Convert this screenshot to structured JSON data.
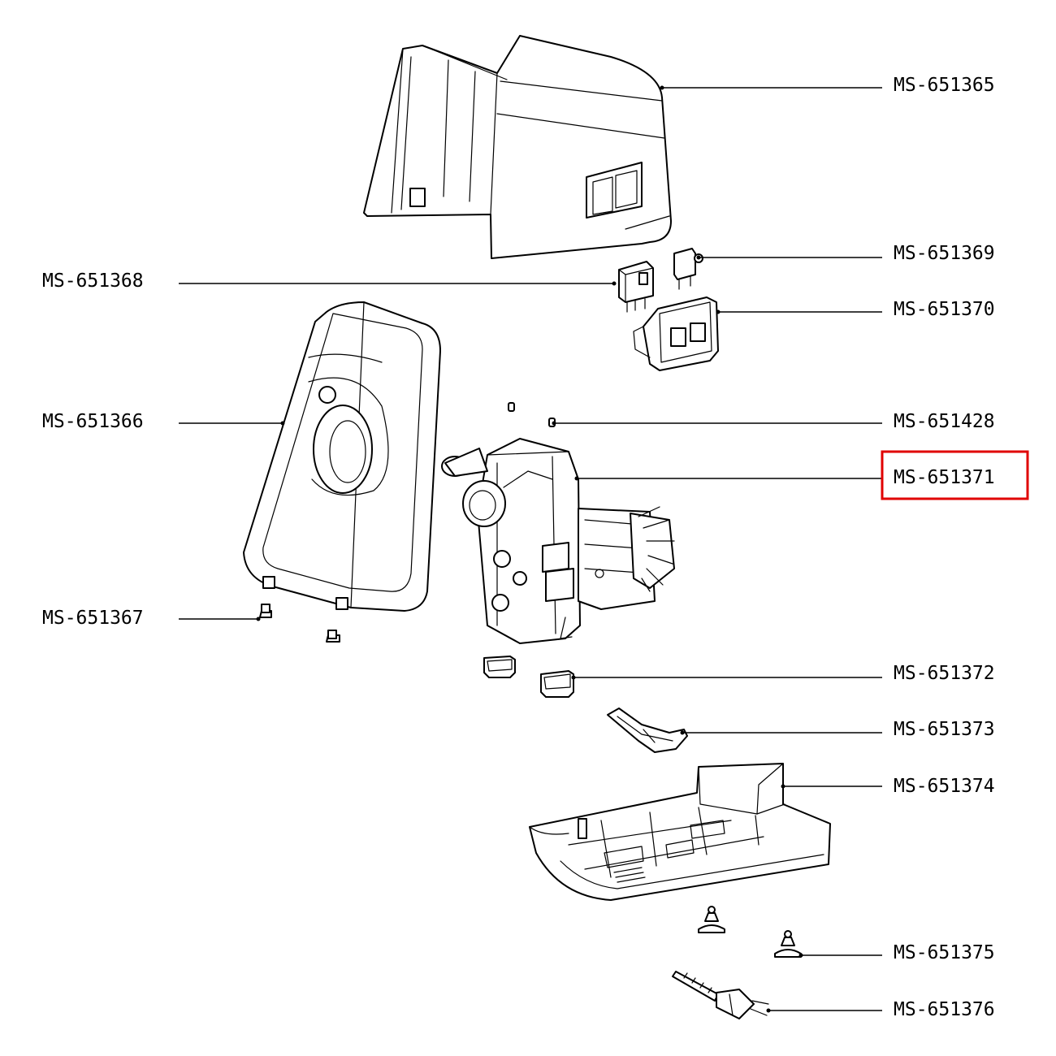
{
  "diagram": {
    "highlight_color": "#e00000",
    "parts": [
      {
        "id": "top-cover",
        "label": "MS-651365"
      },
      {
        "id": "switch",
        "label": "MS-651368"
      },
      {
        "id": "switch-small",
        "label": "MS-651369"
      },
      {
        "id": "switch-panel",
        "label": "MS-651370"
      },
      {
        "id": "front-cover",
        "label": "MS-651366"
      },
      {
        "id": "pin",
        "label": "MS-651428"
      },
      {
        "id": "motor-gearbox",
        "label": "MS-651371",
        "highlighted": true
      },
      {
        "id": "screw",
        "label": "MS-651367"
      },
      {
        "id": "bushing",
        "label": "MS-651372"
      },
      {
        "id": "bracket",
        "label": "MS-651373"
      },
      {
        "id": "base",
        "label": "MS-651374"
      },
      {
        "id": "foot",
        "label": "MS-651375"
      },
      {
        "id": "power-cord",
        "label": "MS-651376"
      }
    ]
  }
}
